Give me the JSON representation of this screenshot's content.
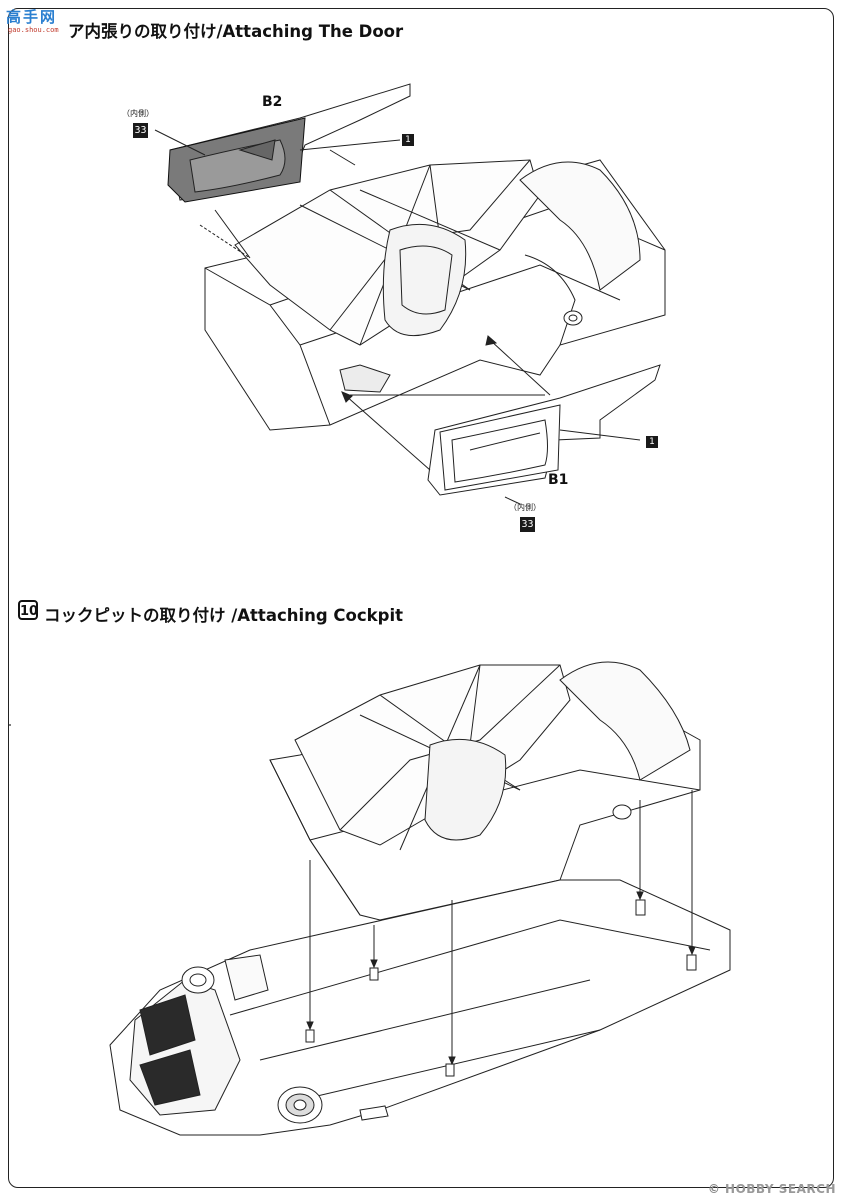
{
  "watermark_logo": {
    "line1": "高手网",
    "line2": "gao.shou.com"
  },
  "step9": {
    "title": "ア内張りの取り付け/Attaching The Door"
  },
  "step10": {
    "number": "10",
    "title": "コックピットの取り付け /Attaching Cockpit"
  },
  "parts": {
    "b2": "B2",
    "b1": "B1",
    "inner_top": "（内側）",
    "inner_bottom": "（内側）",
    "color_top": "33",
    "color_bottom": "33",
    "part1_top": "1",
    "part1_bottom": "1"
  },
  "footer": {
    "brand": "HOBBY SEARCH",
    "mark": "©"
  }
}
